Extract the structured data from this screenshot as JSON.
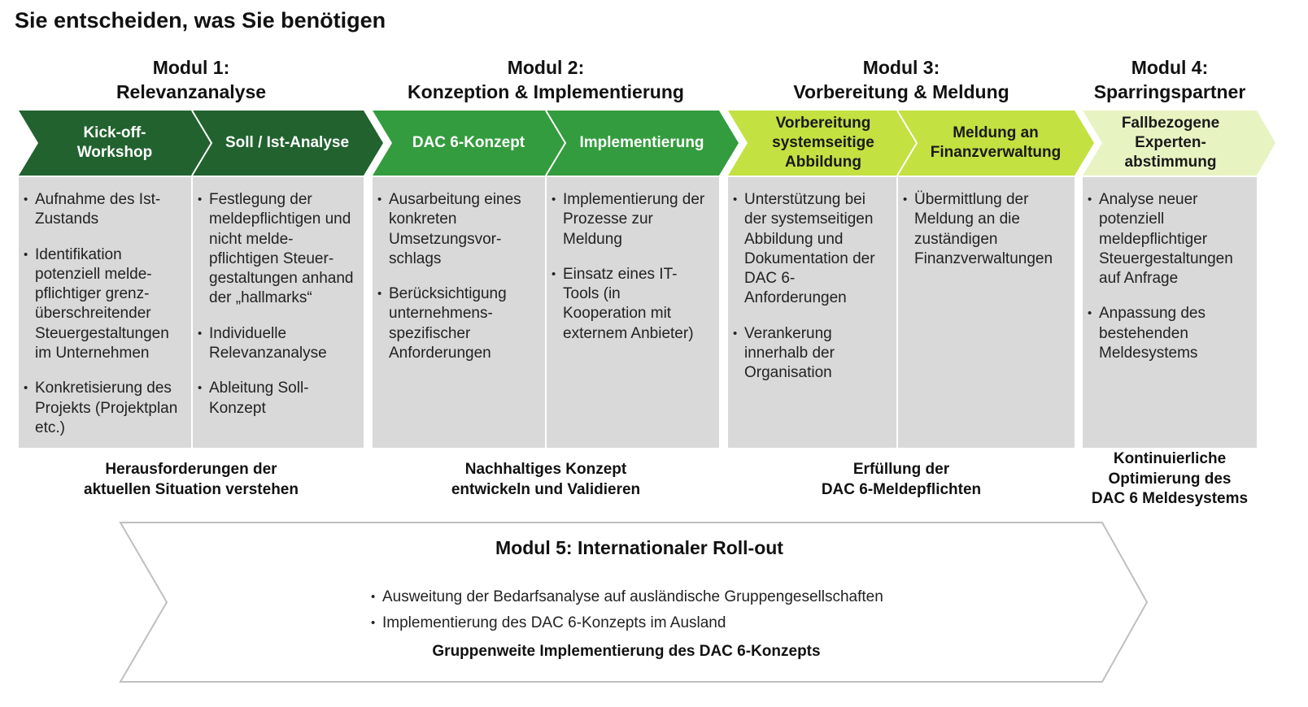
{
  "title": "Sie entscheiden, was Sie benötigen",
  "colors": {
    "dark_green": "#21622f",
    "mid_green": "#339c3e",
    "lime_green": "#c3e141",
    "pale_green": "#e8f3c2",
    "gray_panel": "#d9d9d9"
  },
  "modules": [
    {
      "heading": [
        "Modul 1:",
        "Relevanzanalyse"
      ],
      "outcome": [
        "Herausforderungen der",
        "aktuellen Situation verstehen"
      ]
    },
    {
      "heading": [
        "Modul 2:",
        "Konzeption & Implementierung"
      ],
      "outcome": [
        "Nachhaltiges Konzept",
        "entwickeln und Validieren"
      ]
    },
    {
      "heading": [
        "Modul 3:",
        "Vorbereitung & Meldung"
      ],
      "outcome": [
        "Erfüllung der",
        "DAC 6-Meldepflichten"
      ]
    },
    {
      "heading": [
        "Modul 4:",
        "Sparringspartner"
      ],
      "outcome": [
        "Kontinuierliche",
        "Optimierung des",
        "DAC 6 Meldesystems"
      ]
    }
  ],
  "steps": [
    {
      "label": [
        "Kick-off-",
        "Workshop"
      ],
      "items": [
        [
          "Aufnahme des Ist-",
          "Zustands"
        ],
        [
          "Identifikation",
          "potenziell melde-",
          "pflichtiger grenz-",
          "überschreitender",
          "Steuergestaltungen",
          "im Unternehmen"
        ],
        [
          "Konkretisierung des",
          "Projekts (Projektplan",
          "etc.)"
        ]
      ]
    },
    {
      "label": [
        "Soll / Ist-Analyse"
      ],
      "items": [
        [
          "Festlegung der",
          "meldepflichtigen und",
          "nicht melde-",
          "pflichtigen Steuer-",
          "gestaltungen anhand",
          "der „hallmarks“"
        ],
        [
          "Individuelle",
          "Relevanzanalyse"
        ],
        [
          "Ableitung Soll-",
          "Konzept"
        ]
      ]
    },
    {
      "label": [
        "DAC 6-Konzept"
      ],
      "items": [
        [
          "Ausarbeitung eines",
          "konkreten",
          "Umsetzungsvor-",
          "schlags"
        ],
        [
          "Berücksichtigung",
          "unternehmens-",
          "spezifischer",
          "Anforderungen"
        ]
      ]
    },
    {
      "label": [
        "Implementierung"
      ],
      "items": [
        [
          "Implementierung der",
          "Prozesse zur",
          "Meldung"
        ],
        [
          "Einsatz eines IT-",
          "Tools (in",
          "Kooperation mit",
          "externem Anbieter)"
        ]
      ]
    },
    {
      "label": [
        "Vorbereitung",
        "systemseitige",
        "Abbildung"
      ],
      "items": [
        [
          "Unterstützung bei",
          "der systemseitigen",
          "Abbildung  und",
          "Dokumentation der",
          "DAC 6-",
          "Anforderungen"
        ],
        [
          "Verankerung",
          "innerhalb der",
          "Organisation"
        ]
      ]
    },
    {
      "label": [
        "Meldung an",
        "Finanzverwaltung"
      ],
      "items": [
        [
          "Übermittlung der",
          "Meldung an die",
          "zuständigen",
          "Finanzverwaltungen"
        ]
      ]
    },
    {
      "label": [
        "Fallbezogene",
        "Experten-",
        "abstimmung"
      ],
      "items": [
        [
          "Analyse neuer",
          "potenziell",
          "meldepflichtiger",
          "Steuergestaltungen",
          "auf Anfrage"
        ],
        [
          "Anpassung des",
          "bestehenden",
          "Meldesystems"
        ]
      ]
    }
  ],
  "module5": {
    "title": "Modul 5: Internationaler Roll-out",
    "items": [
      "Ausweitung der Bedarfsanalyse auf ausländische Gruppengesellschaften",
      "Implementierung des DAC 6-Konzepts im Ausland"
    ],
    "outcome": "Gruppenweite Implementierung des DAC 6-Konzepts"
  }
}
